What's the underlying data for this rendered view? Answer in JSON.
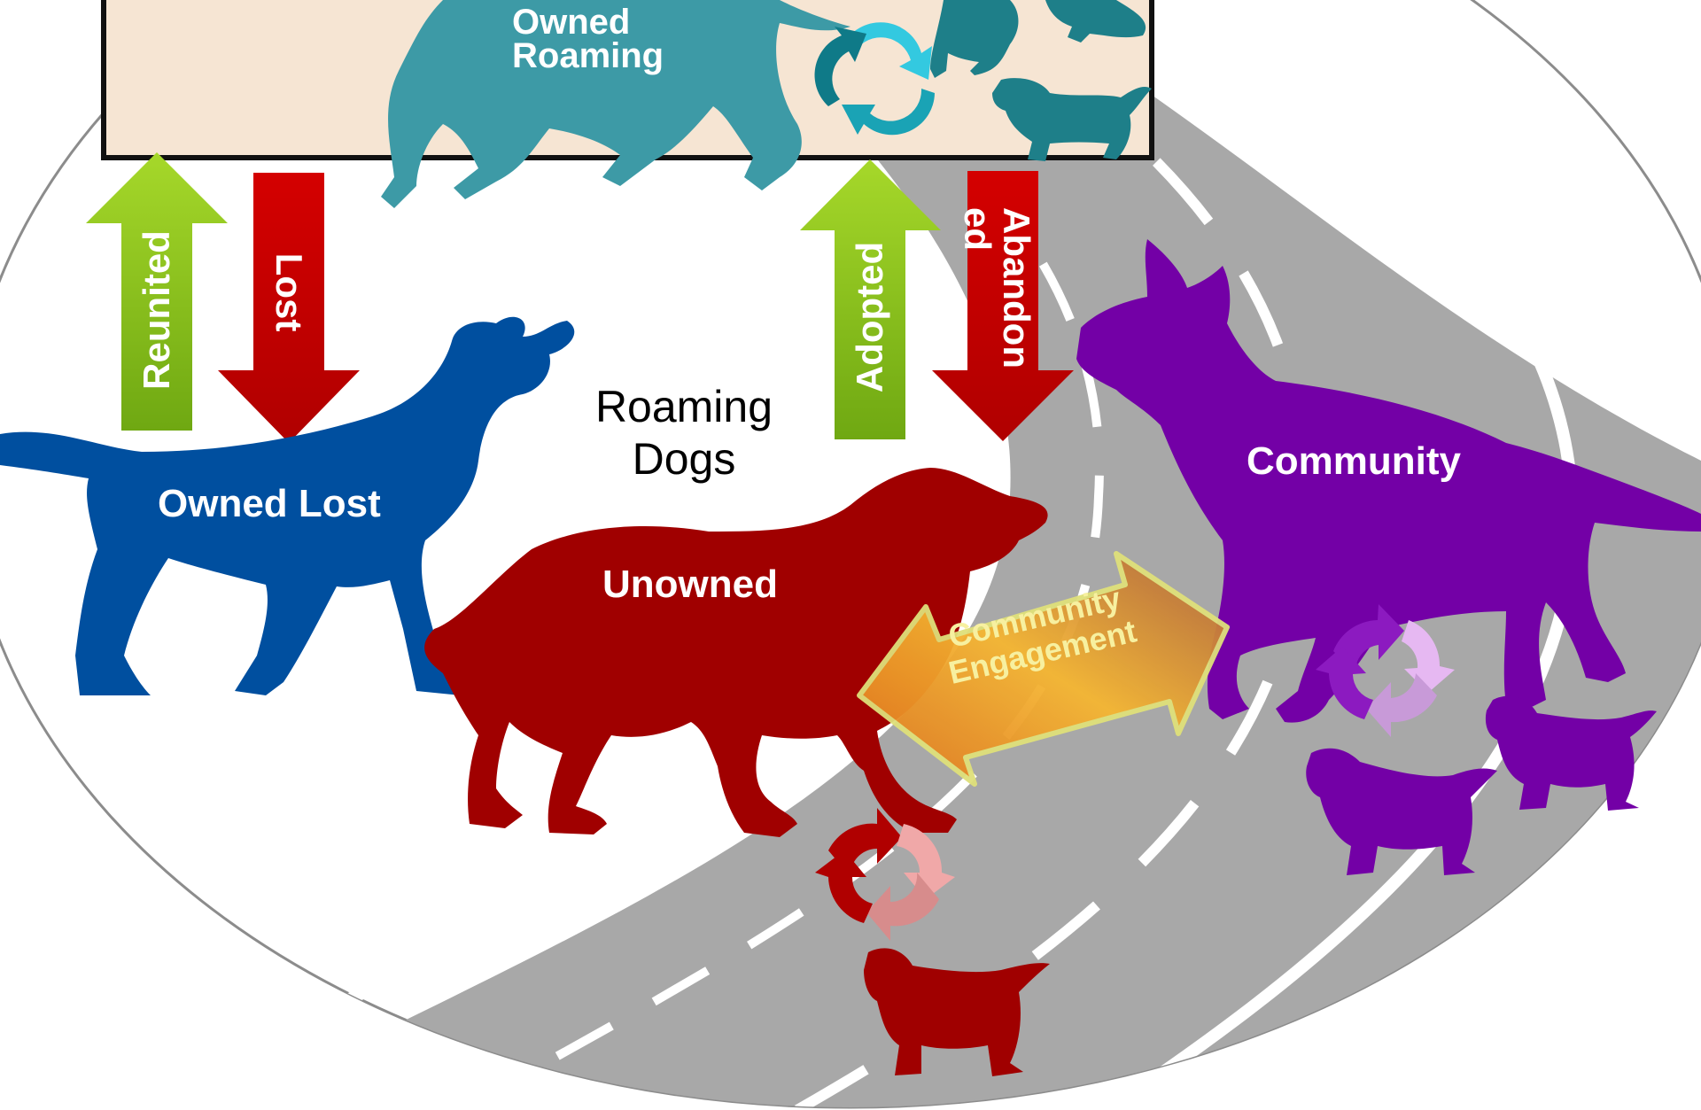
{
  "diagram": {
    "roaming_dogs": {
      "line1": "Roaming",
      "line2": "Dogs"
    },
    "owned_roaming": {
      "line1": "Owned",
      "line2": "Roaming"
    },
    "owned_lost": "Owned Lost",
    "unowned": "Unowned",
    "community": "Community",
    "community_engagement": {
      "line1": "Community",
      "line2": "Engagement"
    },
    "arrows": {
      "reunited": "Reunited",
      "lost": "Lost",
      "adopted": "Adopted",
      "abandoned_part1": "Abandon",
      "abandoned_part2": "ed"
    }
  },
  "colors": {
    "owned_roaming": "#3d9aa6",
    "owned_lost": "#004f9f",
    "unowned": "#a00000",
    "community": "#7300a6",
    "arrow_green": "#8cc21a",
    "arrow_red": "#c40000",
    "road": "#a8a8a8",
    "box_fill": "#f6e5d3"
  }
}
